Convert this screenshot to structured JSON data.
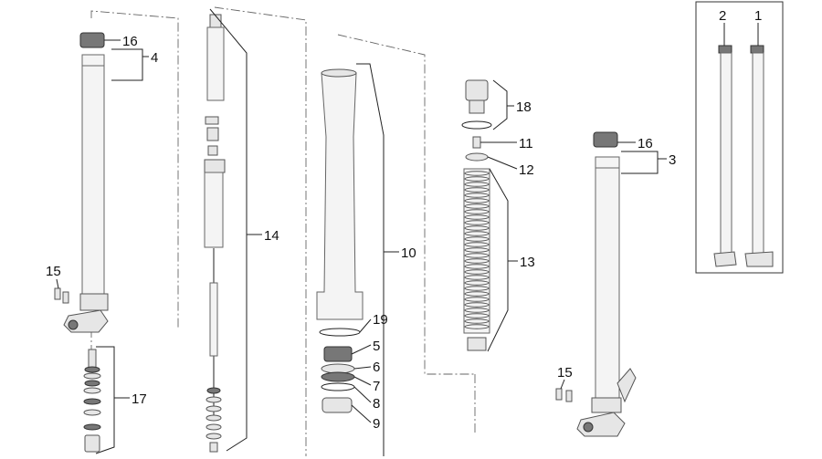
{
  "labels": {
    "l1": "1",
    "l2": "2",
    "l3": "3",
    "l4": "4",
    "l5": "5",
    "l6": "6",
    "l7": "7",
    "l8": "8",
    "l9": "9",
    "l10": "10",
    "l11": "11",
    "l12": "12",
    "l13": "13",
    "l14": "14",
    "l15a": "15",
    "l15b": "15",
    "l16a": "16",
    "l16b": "16",
    "l17": "17",
    "l18": "18",
    "l19": "19"
  }
}
